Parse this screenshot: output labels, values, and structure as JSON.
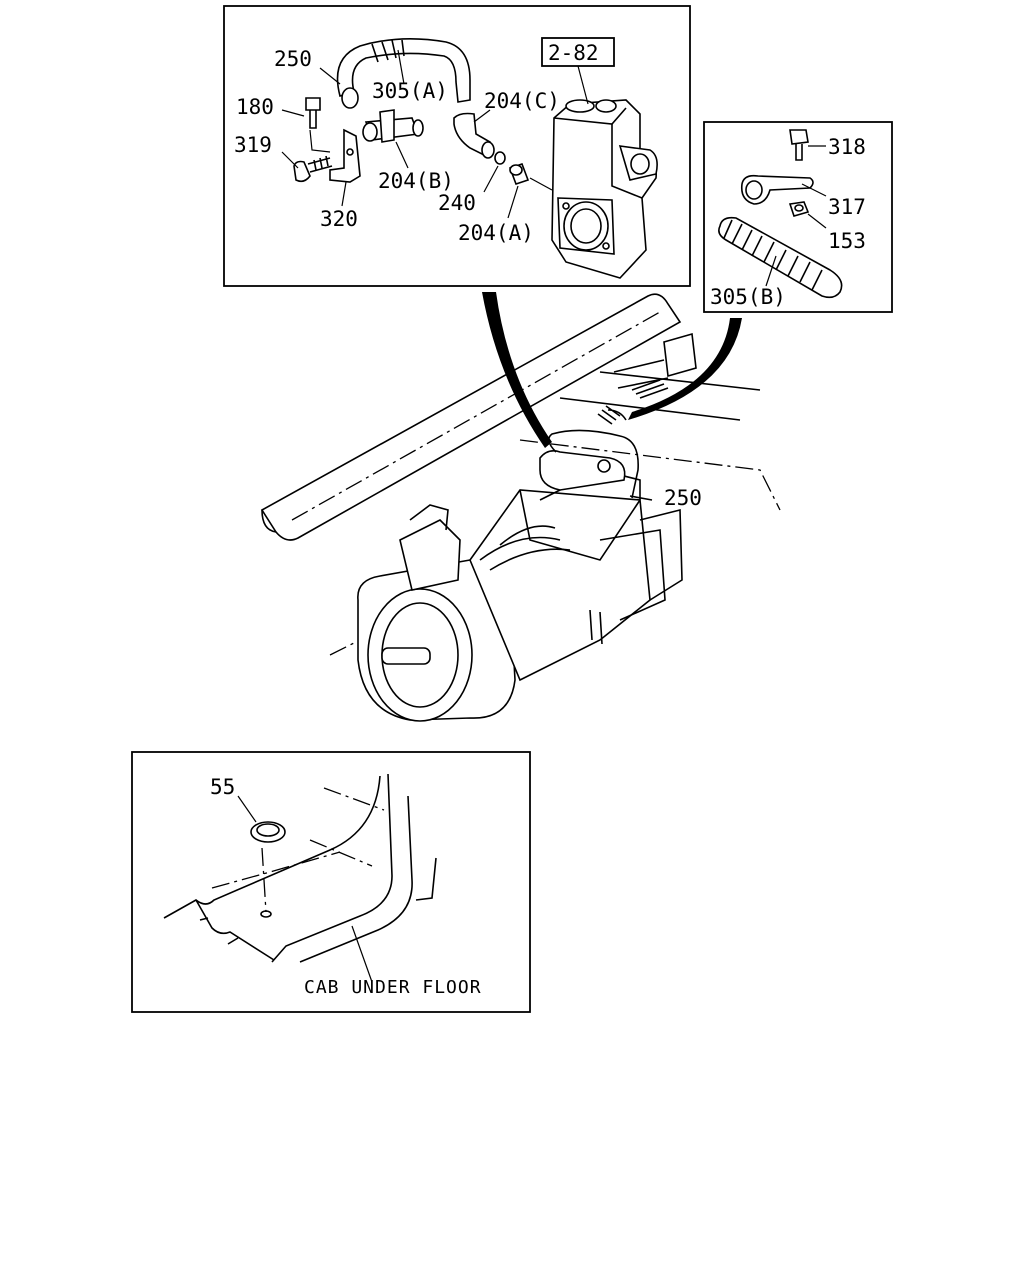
{
  "labels": {
    "p250_top": "250",
    "p305a": "305(A)",
    "p180": "180",
    "p319": "319",
    "p204b": "204(B)",
    "p320": "320",
    "p204c": "204(C)",
    "p240": "240",
    "p204a": "204(A)",
    "ref282": "2-82",
    "p318": "318",
    "p317": "317",
    "p153": "153",
    "p305b": "305(B)",
    "p250_main": "250",
    "p55": "55",
    "cab_caption": "CAB UNDER FLOOR"
  }
}
